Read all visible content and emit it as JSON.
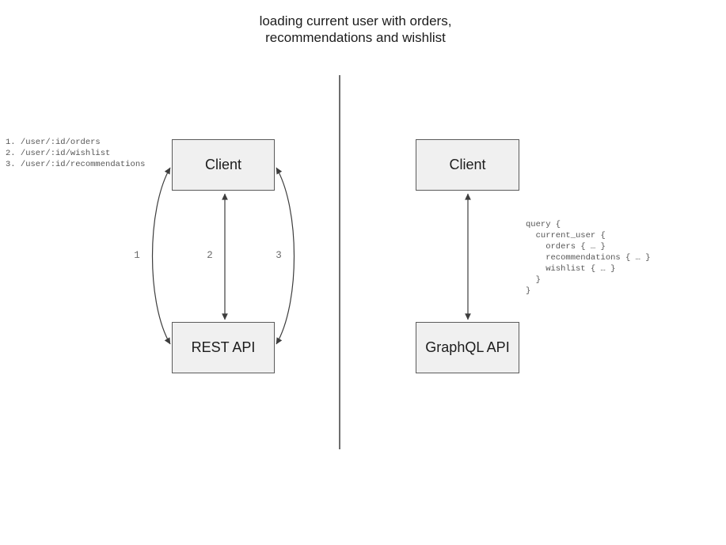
{
  "title": "loading current user with orders,\nrecommendations and wishlist",
  "colors": {
    "box_fill": "#f0f0f0",
    "box_border": "#5b5b5b",
    "arrow": "#3d3d3d",
    "divider": "#6e6e6e",
    "muted_text": "#565656",
    "title_text": "#1c1c1c"
  },
  "left_panel": {
    "endpoints": "1. /user/:id/orders\n2. /user/:id/wishlist\n3. /user/:id/recommendations",
    "client_label": "Client",
    "api_label": "REST API",
    "arrow_labels": [
      "1",
      "2",
      "3"
    ]
  },
  "right_panel": {
    "client_label": "Client",
    "api_label": "GraphQL API",
    "query": "query {\n  current_user {\n    orders { … }\n    recommendations { … }\n    wishlist { … }\n  }\n}"
  }
}
